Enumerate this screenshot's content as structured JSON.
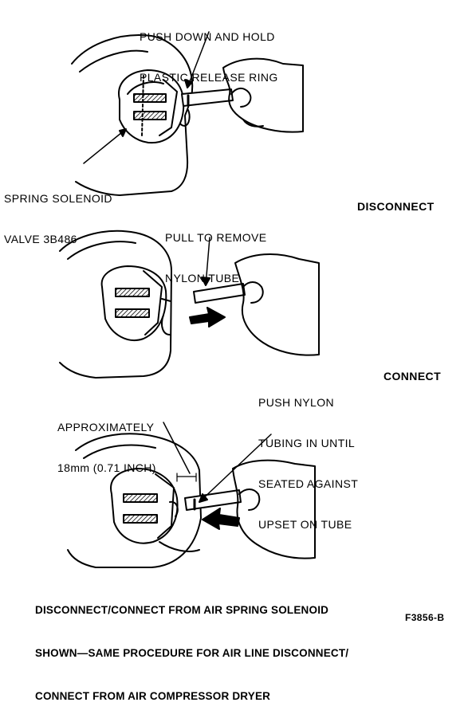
{
  "step1": {
    "callout_top": [
      "PUSH DOWN AND HOLD",
      "PLASTIC RELEASE RING"
    ],
    "callout_valve": [
      "SPRING SOLENOID",
      "VALVE 3B486"
    ]
  },
  "step2": {
    "header": "DISCONNECT",
    "callout": [
      "PULL TO REMOVE",
      "NYLON TUBE"
    ]
  },
  "step3": {
    "header": "CONNECT",
    "callout_push": [
      "PUSH NYLON",
      "TUBING IN UNTIL",
      "SEATED AGAINST",
      "UPSET ON TUBE"
    ],
    "callout_approx": [
      "APPROXIMATELY",
      "18mm (0.71 INCH)"
    ]
  },
  "caption": [
    "DISCONNECT/CONNECT FROM AIR SPRING SOLENOID",
    "SHOWN—SAME PROCEDURE FOR AIR LINE DISCONNECT/",
    "CONNECT FROM AIR COMPRESSOR DRYER"
  ],
  "figure_id": "F3856-B"
}
